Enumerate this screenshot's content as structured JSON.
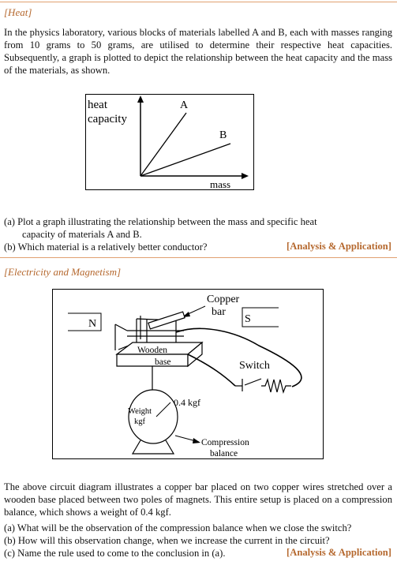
{
  "heat": {
    "section": "[Heat]",
    "intro": "In the physics laboratory, various blocks of materials labelled A and B, each with masses ranging from 10 grams to 50 grams, are utilised to determine their respective heat capacities. Subsequently, a graph is plotted to depict the relationship between the heat capacity and the mass of the materials, as shown.",
    "graph": {
      "y_label_1": "heat",
      "y_label_2": "capacity",
      "x_label": "mass",
      "line_a": "A",
      "line_b": "B"
    },
    "questions": [
      "(a) Plot a graph illustrating the relationship between the mass and specific heat",
      "capacity of materials A and B.",
      "(b) Which material is a relatively better conductor?"
    ],
    "tag": "[Analysis & Application]"
  },
  "em": {
    "section": "[Electricity and Magnetism]",
    "diagram": {
      "pole_n": "N",
      "pole_s": "S",
      "copper_1": "Copper",
      "copper_2": "bar",
      "wooden_1": "Wooden",
      "wooden_2": "base",
      "switch": "Switch",
      "reading": "0.4 kgf",
      "weight_1": "Weight",
      "weight_2": "kgf",
      "comp_1": "Compression",
      "comp_2": "balance"
    },
    "intro": "The above circuit diagram illustrates a copper bar placed on two copper wires stretched over a wooden base placed between two poles of magnets. This entire setup is placed on a compression balance, which shows a weight of 0.4 kgf.",
    "questions": [
      "(a) What will be the observation of the compression balance when we close the switch?",
      "(b) How will this observation change, when we increase the current in the circuit?",
      "(c) Name the rule used to come to the conclusion in (a)."
    ],
    "tag": "[Analysis & Application]"
  }
}
